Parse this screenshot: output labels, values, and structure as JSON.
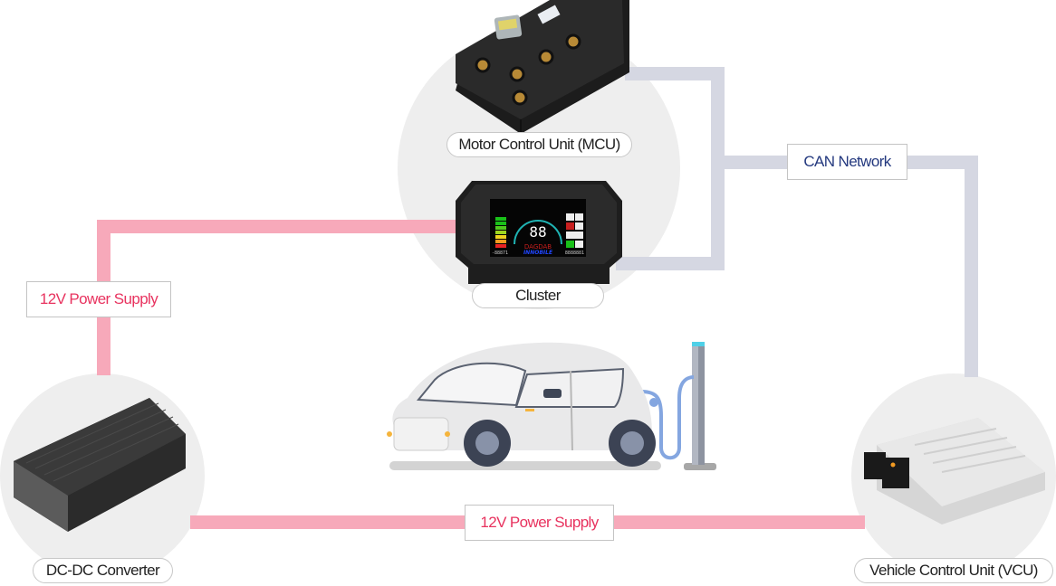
{
  "diagram": {
    "title": "EV electrical architecture",
    "colors": {
      "power_line": "#f7a9ba",
      "can_line": "#d5d7e2",
      "power_label": "#e8335f",
      "can_label": "#24397f",
      "node_bg": "#eeeeee"
    },
    "components": [
      {
        "id": "mcu",
        "label": "Motor Control Unit (MCU)",
        "icon": "motor-controller-icon"
      },
      {
        "id": "cluster",
        "label": "Cluster",
        "icon": "instrument-cluster-icon"
      },
      {
        "id": "dcdc",
        "label": "DC-DC Converter",
        "icon": "dc-dc-converter-icon"
      },
      {
        "id": "vcu",
        "label": "Vehicle Control Unit (VCU)",
        "icon": "vehicle-control-unit-icon"
      },
      {
        "id": "ev",
        "label": "",
        "icon": "electric-car-charging-icon"
      }
    ],
    "connections": [
      {
        "type": "power",
        "from": "dcdc",
        "to": "cluster",
        "label": "12V Power Supply"
      },
      {
        "type": "power",
        "from": "dcdc",
        "to": "vcu",
        "label": "12V Power Supply"
      },
      {
        "type": "can",
        "from": [
          "mcu",
          "cluster"
        ],
        "to": "vcu",
        "label": "CAN Network"
      }
    ],
    "cluster_display": {
      "speed": "88",
      "brand": "INNOBILE",
      "odometer_left": "-88871",
      "odometer_right": "8888881",
      "gear_text": "DAGDAB"
    }
  }
}
